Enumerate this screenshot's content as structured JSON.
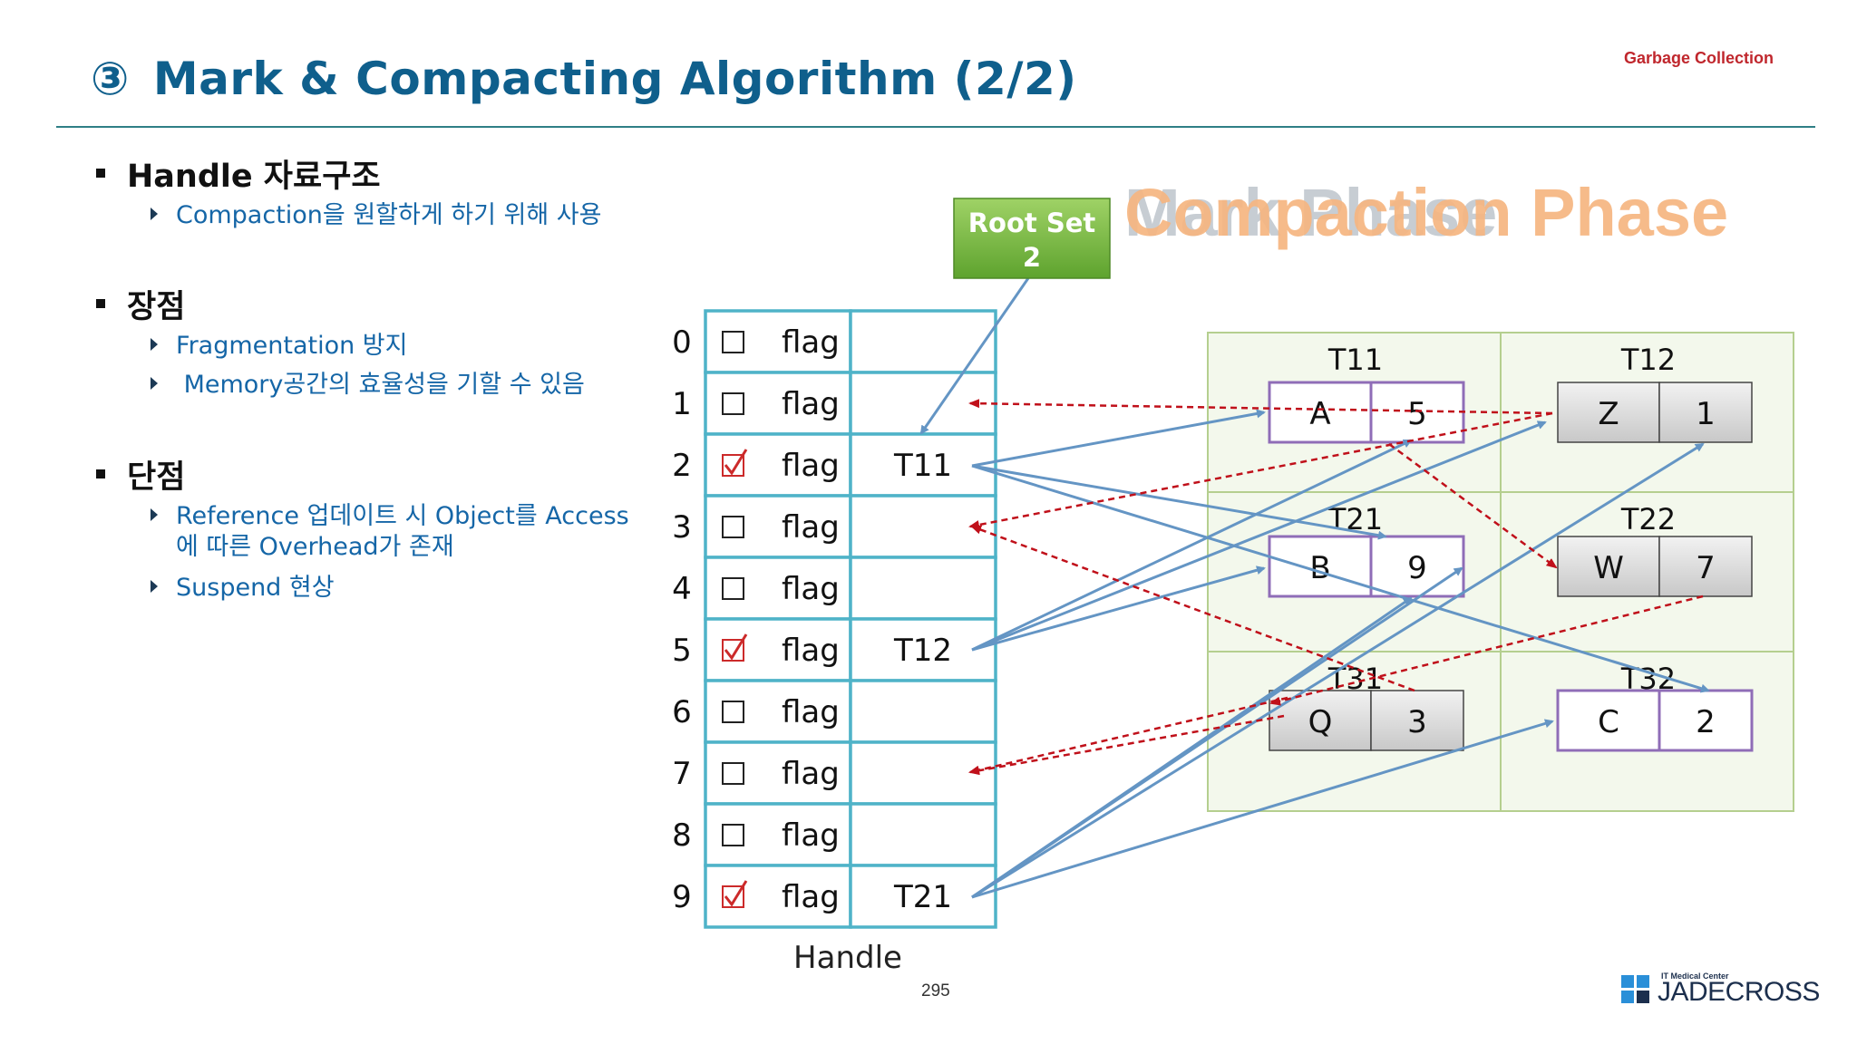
{
  "header": {
    "number": "③",
    "title": "Mark & Compacting Algorithm (2/2)",
    "topic": "Garbage Collection"
  },
  "sections": [
    {
      "heading": "Handle 자료구조",
      "items": [
        [
          "Compaction을 원할하게 하기 위해 사용"
        ]
      ]
    },
    {
      "heading": "장점",
      "items": [
        [
          "Fragmentation 방지"
        ],
        [
          " Memory공간의 효율성을 기할 수 있음"
        ]
      ]
    },
    {
      "heading": "단점",
      "items": [
        [
          "Reference 업데이트 시 Object를 Access",
          "에 따른 Overhead가 존재"
        ],
        [
          "Suspend 현상"
        ]
      ]
    }
  ],
  "diagram": {
    "phase_labels": [
      "Mark Phase",
      "Compaction Phase"
    ],
    "root_set": {
      "label": "Root Set",
      "value": "2"
    },
    "handle_table": {
      "caption": "Handle",
      "flag_label": "flag",
      "rows": [
        {
          "index": "0",
          "checked": false,
          "ref": ""
        },
        {
          "index": "1",
          "checked": false,
          "ref": ""
        },
        {
          "index": "2",
          "checked": true,
          "ref": "T11"
        },
        {
          "index": "3",
          "checked": false,
          "ref": ""
        },
        {
          "index": "4",
          "checked": false,
          "ref": ""
        },
        {
          "index": "5",
          "checked": true,
          "ref": "T12"
        },
        {
          "index": "6",
          "checked": false,
          "ref": ""
        },
        {
          "index": "7",
          "checked": false,
          "ref": ""
        },
        {
          "index": "8",
          "checked": false,
          "ref": ""
        },
        {
          "index": "9",
          "checked": true,
          "ref": "T21"
        }
      ]
    },
    "heap": [
      {
        "label": "T11",
        "name": "A",
        "value": "5",
        "style": "marked"
      },
      {
        "label": "T12",
        "name": "Z",
        "value": "1",
        "style": "gray"
      },
      {
        "label": "T21",
        "name": "B",
        "value": "9",
        "style": "marked"
      },
      {
        "label": "T22",
        "name": "W",
        "value": "7",
        "style": "gray"
      },
      {
        "label": "T31",
        "name": "Q",
        "value": "3",
        "style": "gray"
      },
      {
        "label": "T32",
        "name": "C",
        "value": "2",
        "style": "marked"
      }
    ]
  },
  "footer": {
    "page": "295",
    "logo_caption": "IT Medical Center",
    "logo_name": "JADECROSS"
  },
  "colors": {
    "title": "#0f5f8c",
    "topic": "#c0272d",
    "sub_text": "#1566a7",
    "table_border": "#4fb3c8",
    "heap_fill": "#f3f8ec",
    "heap_border": "#b5cf8f",
    "marked_border": "#8f6db7",
    "blue_arrow": "#6495c4",
    "red_arrow": "#c0101a",
    "root_fill": "#7cbe44"
  }
}
